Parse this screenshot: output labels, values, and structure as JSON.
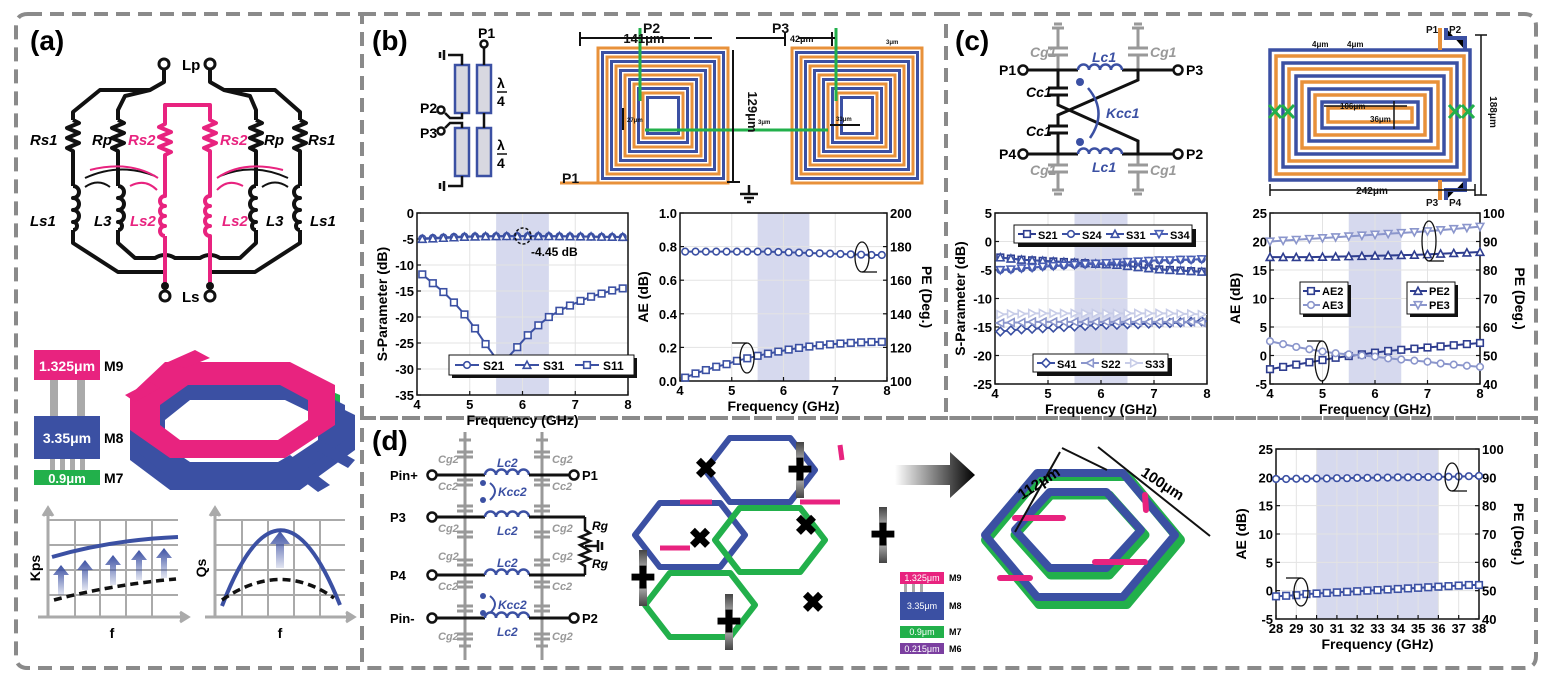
{
  "panels": {
    "a": {
      "label": "(a)",
      "circuit": {
        "port_top": "Lp",
        "port_bottom": "Ls",
        "left": [
          "Rs1",
          "Rp",
          "Rs2"
        ],
        "right": [
          "Rs2",
          "Rp",
          "Rs1"
        ],
        "inductors_left": [
          "Ls1",
          "L3",
          "Ls2"
        ],
        "inductors_right": [
          "Ls2",
          "L3",
          "Ls1"
        ]
      },
      "stack": [
        {
          "thickness": "1.325μm",
          "layer": "M9",
          "color": "#e8237f"
        },
        {
          "thickness": "3.35μm",
          "layer": "M8",
          "color": "#3b50a3"
        },
        {
          "thickness": "0.9μm",
          "layer": "M7",
          "color": "#22b04b"
        }
      ],
      "sketch1": {
        "ylabel": "Kps",
        "xlabel": "f"
      },
      "sketch2": {
        "ylabel": "Qs",
        "xlabel": "f"
      }
    },
    "b": {
      "label": "(b)",
      "schematic": {
        "p1": "P1",
        "p2": "P2",
        "p3": "P3",
        "lambda": "λ",
        "four": "4"
      },
      "layout": {
        "dim_width": "141μm",
        "dim_gap": "42μm",
        "dim_height": "129μm",
        "dim_inner": "27μm",
        "dim_inner2": "33μm",
        "dim_spacing": "3μm",
        "dim_spacing2": "3μm",
        "p1": "P1",
        "p2": "P2",
        "p3": "P3"
      }
    },
    "c": {
      "label": "(c)",
      "schematic": {
        "p1": "P1",
        "p2": "P2",
        "p3": "P3",
        "p4": "P4",
        "cg": "Cg1",
        "cc": "Cc1",
        "lc": "Lc1",
        "k": "Kcc1"
      },
      "layout": {
        "dim_w1": "4μm",
        "dim_w2": "4μm",
        "dim_inner_w": "106μm",
        "dim_inner_h": "36μm",
        "dim_height": "188μm",
        "dim_width": "242μm",
        "p1": "P1",
        "p2": "P2",
        "p3": "P3",
        "p4": "P4"
      }
    },
    "d": {
      "label": "(d)",
      "schematic": {
        "pin_plus": "Pin+",
        "pin_minus": "Pin-",
        "p1": "P1",
        "p2": "P2",
        "p3": "P3",
        "p4": "P4",
        "cg": "Cg2",
        "cc": "Cc2",
        "lc": "Lc2",
        "k": "Kcc2",
        "rg": "Rg"
      },
      "stack": [
        {
          "thickness": "1.325μm",
          "layer": "M9",
          "color": "#e8237f"
        },
        {
          "thickness": "3.35μm",
          "layer": "M8",
          "color": "#3b50a3"
        },
        {
          "thickness": "0.9μm",
          "layer": "M7",
          "color": "#22b04b"
        },
        {
          "thickness": "0.215μm",
          "layer": "M6",
          "color": "#7b3fa0"
        }
      ],
      "dims": {
        "d1": "112μm",
        "d2": "100μm"
      }
    }
  },
  "chart_data": [
    {
      "id": "b-sparam",
      "type": "line",
      "xlabel": "Frequency (GHz)",
      "ylabel": "S-Parameter (dB)",
      "xlim": [
        4,
        8
      ],
      "ylim": [
        -35,
        0
      ],
      "xticks": [
        4,
        5,
        6,
        7,
        8
      ],
      "yticks": [
        0,
        -5,
        -10,
        -15,
        -20,
        -25,
        -30,
        -35
      ],
      "band": [
        5.5,
        6.5
      ],
      "annotation": "-4.45 dB",
      "x": [
        4.1,
        4.3,
        4.5,
        4.7,
        4.9,
        5.1,
        5.3,
        5.5,
        5.7,
        5.9,
        6.1,
        6.3,
        6.5,
        6.7,
        6.9,
        7.1,
        7.3,
        7.5,
        7.7,
        7.9
      ],
      "series": [
        {
          "name": "S21",
          "marker": "circle",
          "values": [
            -4.9,
            -4.8,
            -4.7,
            -4.6,
            -4.55,
            -4.5,
            -4.48,
            -4.46,
            -4.45,
            -4.45,
            -4.45,
            -4.45,
            -4.46,
            -4.48,
            -4.5,
            -4.52,
            -4.55,
            -4.58,
            -4.6,
            -4.62
          ]
        },
        {
          "name": "S31",
          "marker": "triangle",
          "values": [
            -5.0,
            -4.9,
            -4.8,
            -4.7,
            -4.6,
            -4.55,
            -4.5,
            -4.48,
            -4.46,
            -4.45,
            -4.45,
            -4.45,
            -4.46,
            -4.48,
            -4.5,
            -4.52,
            -4.55,
            -4.58,
            -4.6,
            -4.62
          ]
        },
        {
          "name": "S11",
          "marker": "square",
          "values": [
            -11.8,
            -13.5,
            -15.2,
            -17.2,
            -19.5,
            -22.2,
            -25.2,
            -28.0,
            -28.0,
            -25.8,
            -23.5,
            -21.6,
            -20.0,
            -18.8,
            -17.8,
            -16.9,
            -16.1,
            -15.5,
            -14.9,
            -14.5
          ]
        }
      ],
      "legend": [
        "S21",
        "S31",
        "S11"
      ],
      "legend_position": "bottom"
    },
    {
      "id": "b-ae-pe",
      "type": "line",
      "xlabel": "Frequency (GHz)",
      "ylabel": "AE (dB)",
      "y2label": "PE (Deg.)",
      "xlim": [
        4,
        8
      ],
      "ylim": [
        0,
        1.0
      ],
      "y2lim": [
        100,
        200
      ],
      "xticks": [
        4,
        5,
        6,
        7,
        8
      ],
      "yticks": [
        0.0,
        0.2,
        0.4,
        0.6,
        0.8,
        1.0
      ],
      "y2ticks": [
        100,
        120,
        140,
        160,
        180,
        200
      ],
      "band": [
        5.5,
        6.5
      ],
      "x": [
        4.1,
        4.3,
        4.5,
        4.7,
        4.9,
        5.1,
        5.3,
        5.5,
        5.7,
        5.9,
        6.1,
        6.3,
        6.5,
        6.7,
        6.9,
        7.1,
        7.3,
        7.5,
        7.7,
        7.9
      ],
      "series": [
        {
          "name": "AE",
          "axis": "left",
          "marker": "square",
          "values": [
            0.02,
            0.045,
            0.065,
            0.085,
            0.1,
            0.12,
            0.135,
            0.15,
            0.163,
            0.175,
            0.187,
            0.197,
            0.205,
            0.212,
            0.218,
            0.223,
            0.227,
            0.23,
            0.232,
            0.233
          ]
        },
        {
          "name": "PE",
          "axis": "right",
          "marker": "circle",
          "values": [
            177,
            177,
            177,
            177,
            177,
            177,
            177,
            177,
            177,
            176.8,
            176.6,
            176.4,
            176.2,
            176,
            175.8,
            175.6,
            175.4,
            175.2,
            175,
            175
          ]
        }
      ]
    },
    {
      "id": "c-sparam",
      "type": "line",
      "xlabel": "Frequency (GHz)",
      "ylabel": "S-Parameter (dB)",
      "xlim": [
        4,
        8
      ],
      "ylim": [
        -25,
        5
      ],
      "xticks": [
        4,
        5,
        6,
        7,
        8
      ],
      "yticks": [
        5,
        0,
        -5,
        -10,
        -15,
        -20,
        -25
      ],
      "band": [
        5.5,
        6.5
      ],
      "x": [
        4.1,
        4.3,
        4.5,
        4.7,
        4.9,
        5.1,
        5.3,
        5.5,
        5.7,
        5.9,
        6.1,
        6.3,
        6.5,
        6.7,
        6.9,
        7.1,
        7.3,
        7.5,
        7.7,
        7.9
      ],
      "series": [
        {
          "name": "S21",
          "marker": "square",
          "color": "#2e3d8f",
          "values": [
            -2.8,
            -3.0,
            -3.2,
            -3.3,
            -3.4,
            -3.5,
            -3.6,
            -3.7,
            -3.8,
            -3.9,
            -4.0,
            -4.1,
            -4.3,
            -4.5,
            -4.7,
            -4.9,
            -5.0,
            -5.1,
            -5.2,
            -5.3
          ]
        },
        {
          "name": "S24",
          "marker": "circle",
          "color": "#3b50a3",
          "values": [
            -5.0,
            -4.9,
            -4.7,
            -4.6,
            -4.4,
            -4.3,
            -4.2,
            -4.1,
            -4.0,
            -3.9,
            -3.8,
            -3.7,
            -3.6,
            -3.5,
            -3.4,
            -3.3,
            -3.3,
            -3.2,
            -3.2,
            -3.1
          ]
        },
        {
          "name": "S31",
          "marker": "triangle",
          "color": "#3b50a3",
          "values": [
            -2.8,
            -3.0,
            -3.2,
            -3.3,
            -3.4,
            -3.5,
            -3.6,
            -3.7,
            -3.8,
            -3.9,
            -4.0,
            -4.1,
            -4.3,
            -4.5,
            -4.7,
            -4.9,
            -5.0,
            -5.1,
            -5.2,
            -5.3
          ]
        },
        {
          "name": "S34",
          "marker": "triangle-down",
          "color": "#4a5fb5",
          "values": [
            -5.0,
            -4.9,
            -4.7,
            -4.6,
            -4.4,
            -4.3,
            -4.2,
            -4.1,
            -4.0,
            -3.9,
            -3.8,
            -3.7,
            -3.6,
            -3.5,
            -3.4,
            -3.3,
            -3.3,
            -3.2,
            -3.2,
            -3.1
          ]
        },
        {
          "name": "S41",
          "marker": "diamond",
          "color": "#3b50a3",
          "values": [
            -15.8,
            -15.6,
            -15.4,
            -15.3,
            -15.2,
            -15.1,
            -15.0,
            -14.9,
            -14.8,
            -14.7,
            -14.6,
            -14.6,
            -14.5,
            -14.5,
            -14.4,
            -14.4,
            -14.3,
            -14.2,
            -14.1,
            -14.0
          ]
        },
        {
          "name": "S22",
          "marker": "triangle-left",
          "color": "#8b96cc",
          "values": [
            -14.3,
            -14.2,
            -14.2,
            -14.1,
            -14.1,
            -14.1,
            -14.1,
            -14.1,
            -14.1,
            -14.1,
            -14.1,
            -14.1,
            -14.1,
            -14.1,
            -14.1,
            -14.1,
            -14.1,
            -14.1,
            -14.1,
            -14.2
          ]
        },
        {
          "name": "S33",
          "marker": "triangle-right",
          "color": "#c8cde8",
          "values": [
            -12.8,
            -12.7,
            -12.7,
            -12.6,
            -12.6,
            -12.6,
            -12.6,
            -12.6,
            -12.6,
            -12.6,
            -12.6,
            -12.6,
            -12.6,
            -12.6,
            -12.6,
            -12.6,
            -12.6,
            -12.7,
            -12.7,
            -12.8
          ]
        }
      ],
      "legend": [
        "S21",
        "S24",
        "S31",
        "S34",
        "S41",
        "S22",
        "S33"
      ],
      "legend_position": "top and bottom"
    },
    {
      "id": "c-ae-pe",
      "type": "line",
      "xlabel": "Frequency (GHz)",
      "ylabel": "AE (dB)",
      "y2label": "PE (Deg.)",
      "xlim": [
        4,
        8
      ],
      "ylim": [
        -5,
        25
      ],
      "y2lim": [
        40,
        100
      ],
      "xticks": [
        4,
        5,
        6,
        7,
        8
      ],
      "yticks": [
        25,
        20,
        15,
        10,
        5,
        0,
        -5
      ],
      "y2ticks": [
        100,
        90,
        80,
        70,
        60,
        50,
        40
      ],
      "band": [
        5.5,
        6.5
      ],
      "x": [
        4.0,
        4.25,
        4.5,
        4.75,
        5.0,
        5.25,
        5.5,
        5.75,
        6.0,
        6.25,
        6.5,
        6.75,
        7.0,
        7.25,
        7.5,
        7.75,
        8.0
      ],
      "series": [
        {
          "name": "AE2",
          "axis": "left",
          "marker": "square",
          "color": "#2e3d8f",
          "values": [
            -2.4,
            -2.0,
            -1.6,
            -1.2,
            -0.8,
            -0.4,
            -0.1,
            0.2,
            0.5,
            0.8,
            1.0,
            1.2,
            1.4,
            1.6,
            1.8,
            2.0,
            2.2
          ]
        },
        {
          "name": "AE3",
          "axis": "left",
          "marker": "circle",
          "color": "#8b96cc",
          "values": [
            2.5,
            2.0,
            1.5,
            1.1,
            0.7,
            0.4,
            0.2,
            0.0,
            -0.2,
            -0.5,
            -0.7,
            -0.9,
            -1.1,
            -1.4,
            -1.6,
            -1.8,
            -2.0
          ]
        },
        {
          "name": "PE2",
          "axis": "right",
          "marker": "triangle",
          "color": "#2e3d8f",
          "values": [
            84.5,
            84.5,
            84.5,
            84.5,
            84.6,
            84.7,
            84.8,
            84.9,
            85.0,
            85.1,
            85.2,
            85.3,
            85.5,
            85.7,
            85.9,
            86.1,
            86.3
          ]
        },
        {
          "name": "PE3",
          "axis": "right",
          "marker": "triangle-down",
          "color": "#8b96cc",
          "values": [
            90.0,
            90.3,
            90.6,
            90.9,
            91.2,
            91.5,
            91.8,
            92.1,
            92.4,
            92.7,
            93.0,
            93.3,
            93.6,
            94.0,
            94.4,
            94.8,
            95.2
          ]
        }
      ],
      "legend": [
        "AE2",
        "AE3",
        "PE2",
        "PE3"
      ]
    },
    {
      "id": "d-ae-pe",
      "type": "line",
      "xlabel": "Frequency (GHz)",
      "ylabel": "AE (dB)",
      "y2label": "PE (Deg.)",
      "xlim": [
        28,
        38
      ],
      "ylim": [
        -5,
        25
      ],
      "y2lim": [
        40,
        100
      ],
      "xticks": [
        28,
        29,
        30,
        31,
        32,
        33,
        34,
        35,
        36,
        37,
        38
      ],
      "yticks": [
        25,
        20,
        15,
        10,
        5,
        0,
        -5
      ],
      "y2ticks": [
        100,
        90,
        80,
        70,
        60,
        50,
        40
      ],
      "band": [
        30,
        36
      ],
      "x": [
        28,
        28.5,
        29,
        29.5,
        30,
        30.5,
        31,
        31.5,
        32,
        32.5,
        33,
        33.5,
        34,
        34.5,
        35,
        35.5,
        36,
        36.5,
        37,
        37.5,
        38
      ],
      "series": [
        {
          "name": "AE",
          "axis": "left",
          "marker": "square",
          "values": [
            -1.0,
            -0.9,
            -0.8,
            -0.6,
            -0.5,
            -0.4,
            -0.3,
            -0.2,
            -0.1,
            0.0,
            0.1,
            0.2,
            0.3,
            0.4,
            0.5,
            0.6,
            0.7,
            0.8,
            0.9,
            1.0,
            1.0
          ]
        },
        {
          "name": "PE",
          "axis": "right",
          "marker": "circle",
          "values": [
            89.4,
            89.4,
            89.5,
            89.5,
            89.6,
            89.6,
            89.7,
            89.7,
            89.8,
            89.8,
            89.9,
            89.9,
            90.0,
            90.0,
            90.1,
            90.1,
            90.2,
            90.2,
            90.3,
            90.4,
            90.5
          ]
        }
      ]
    }
  ]
}
